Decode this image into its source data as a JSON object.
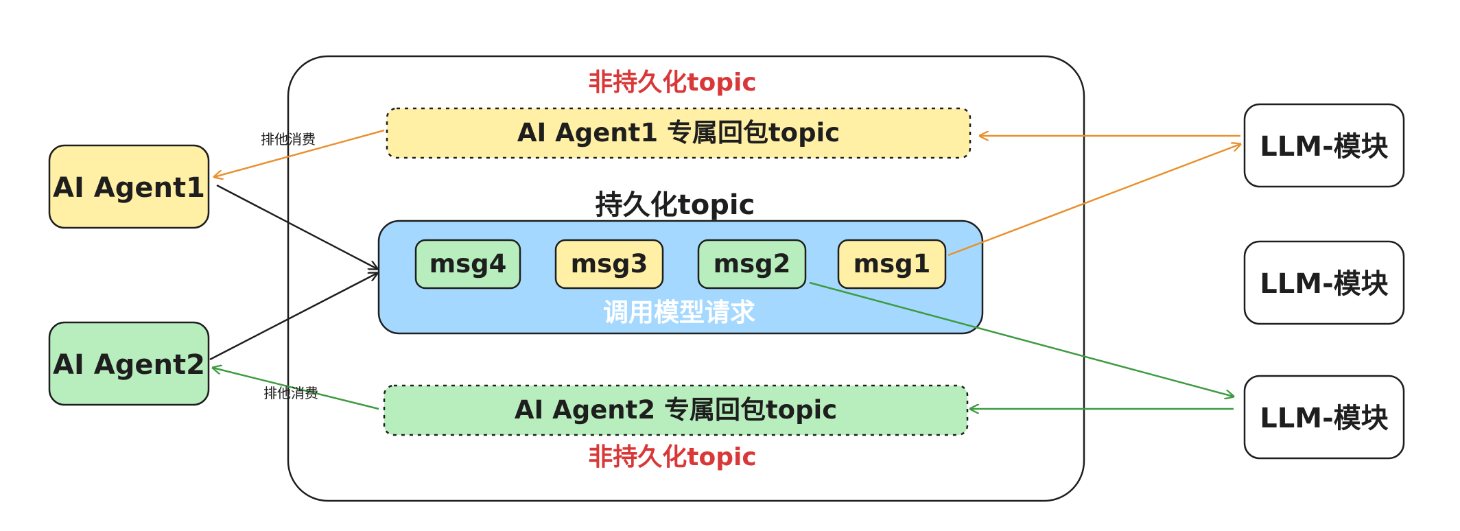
{
  "colors": {
    "yellow_fill": "#fff0a6",
    "green_fill": "#b8eebd",
    "blue_fill": "#a5d8ff",
    "orange_line": "#e8912e",
    "green_line": "#3e9b42",
    "red_text": "#d93838",
    "ink": "#1e1e1e"
  },
  "agents": {
    "agent1": "AI Agent1",
    "agent2": "AI Agent2"
  },
  "container": {
    "top_label": "非持久化topic",
    "bottom_label": "非持久化topic"
  },
  "reply_topics": {
    "agent1": "AI Agent1 专属回包topic",
    "agent2": "AI Agent2 专属回包topic"
  },
  "persistent": {
    "title": "持久化topic",
    "caption": "调用模型请求",
    "messages": [
      "msg4",
      "msg3",
      "msg2",
      "msg1"
    ]
  },
  "edges": {
    "exclusive_consume_1": "排他消费",
    "exclusive_consume_2": "排他消费"
  },
  "llm_modules": [
    "LLM-模块",
    "LLM-模块",
    "LLM-模块"
  ]
}
